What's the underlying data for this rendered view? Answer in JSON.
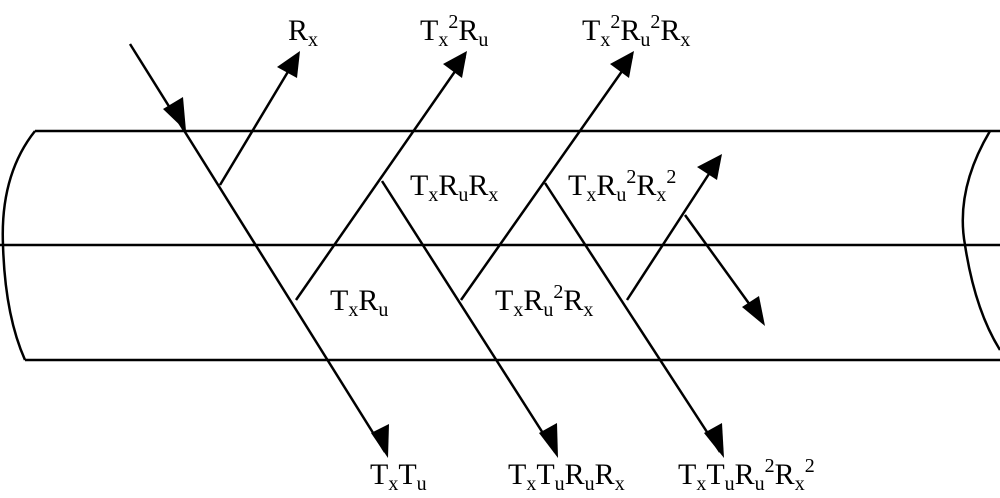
{
  "labels": {
    "rx": "Rx",
    "tx2ru": "Tx2Ru",
    "tx2ru2rx": "Tx2Ru2Rx",
    "txrurx": "TxRuRx",
    "txru2rx2": "TxRu2Rx2",
    "txru": "TxRu",
    "txru2rx": "TxRu2Rx",
    "txtu": "TxTu",
    "txturrx": "TxTuRuRx",
    "txtur2rx2": "TxTuRu2Rx2"
  },
  "colors": {
    "stroke": "#000000",
    "background": "#ffffff"
  }
}
